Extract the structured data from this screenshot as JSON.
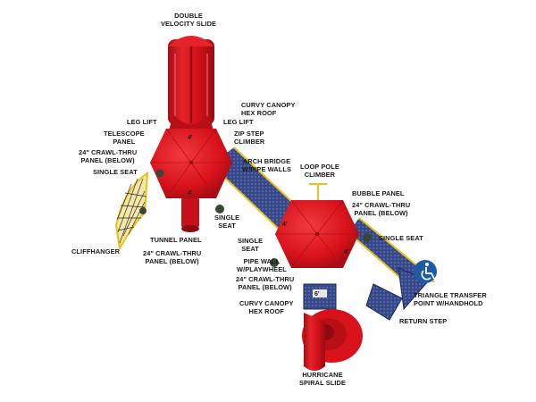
{
  "labels": {
    "double_velocity_slide": "DOUBLE\nVELOCITY SLIDE",
    "curvy_canopy_hex_roof_top": "CURVY CANOPY\nHEX ROOF",
    "leg_lift_left": "LEG LIFT",
    "leg_lift_right": "LEG LIFT",
    "telescope_panel": "TELESCOPE\nPANEL",
    "zip_step_climber": "ZIP STEP\nCLIMBER",
    "crawl_thru_top_left": "24\" CRAWL-THRU\nPANEL (BELOW)",
    "arch_bridge": "ARCH BRIDGE\nW/PIPE WALLS",
    "single_seat_left": "SINGLE SEAT",
    "loop_pole_climber": "LOOP POLE\nCLIMBER",
    "bubble_panel": "BUBBLE PANEL",
    "crawl_thru_right": "24\" CRAWL-THRU\nPANEL (BELOW)",
    "single_seat_mid": "SINGLE\nSEAT",
    "tunnel_panel": "TUNNEL PANEL",
    "single_seat_center": "SINGLE\nSEAT",
    "single_seat_right": "SINGLE SEAT",
    "cliffhanger": "CLIFFHANGER",
    "crawl_thru_bottom_left": "24\" CRAWL-THRU\nPANEL (BELOW)",
    "pipe_wall_playwheel": "PIPE WALL\nW/PLAYWHEEL",
    "crawl_thru_center": "24\" CRAWL-THRU\nPANEL (BELOW)",
    "triangle_transfer_point": "TRIANGLE TRANSFER\nPOINT W/HANDHOLD",
    "curvy_canopy_hex_roof_bottom": "CURVY CANOPY\nHEX ROOF",
    "return_step": "RETURN STEP",
    "hurricane_spiral_slide": "HURRICANE\nSPIRAL SLIDE"
  },
  "heights": {
    "deck_left_top": "4'",
    "deck_left_bottom": "4'",
    "deck_right_left": "4'",
    "deck_right_right": "4'",
    "slide_platform": "6'"
  },
  "icons": {
    "accessibility": "wheelchair-accessibility-icon"
  },
  "colors": {
    "red": "#d8121b",
    "dark_red": "#9a0b12",
    "blue_deck": "#2e3f7a",
    "yellow": "#e8c21a",
    "post_green": "#3a4636",
    "accessibility_blue": "#1e5aa8"
  }
}
